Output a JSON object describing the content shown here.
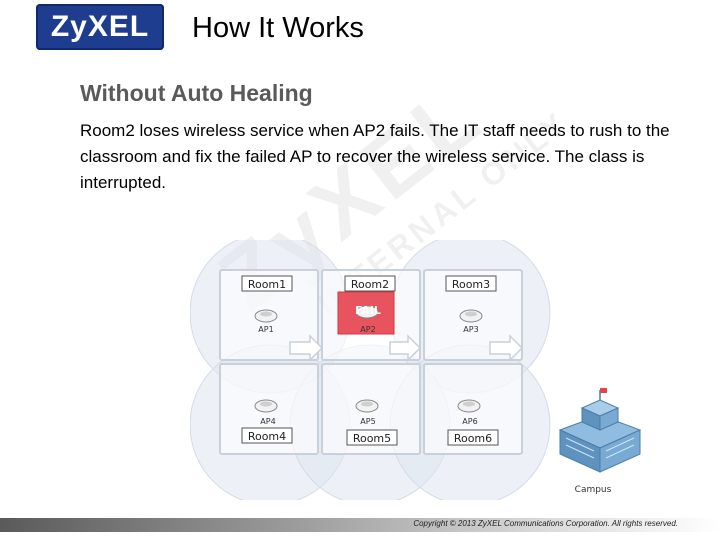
{
  "header": {
    "logo_text": "ZyXEL",
    "title": "How It Works"
  },
  "content": {
    "subtitle": "Without Auto Healing",
    "paragraph": "Room2 loses wireless service when AP2 fails. The IT staff needs to rush to the classroom and fix the failed AP to recover the wireless service. The class is interrupted."
  },
  "watermark": {
    "brand": "ZyXEL",
    "text": "INTERNAL ONLY"
  },
  "diagram": {
    "rooms": [
      {
        "label": "Room1",
        "ap": "AP1",
        "failed": false
      },
      {
        "label": "Room2",
        "ap": "AP2",
        "failed": true
      },
      {
        "label": "Room3",
        "ap": "AP3",
        "failed": false
      },
      {
        "label": "Room4",
        "ap": "AP4",
        "failed": false
      },
      {
        "label": "Room5",
        "ap": "AP5",
        "failed": false
      },
      {
        "label": "Room6",
        "ap": "AP6",
        "failed": false
      }
    ],
    "fail_label": "FAIL",
    "campus_label": "Campus",
    "colors": {
      "coverage": "#dfe6f0",
      "room_border": "#c8d0da",
      "fail_fill": "#e8545e",
      "fail_text": "#ffffff",
      "building": "#6fa3c8"
    }
  },
  "footer": {
    "copyright": "Copyright © 2013 ZyXEL Communications Corporation. All rights reserved."
  }
}
